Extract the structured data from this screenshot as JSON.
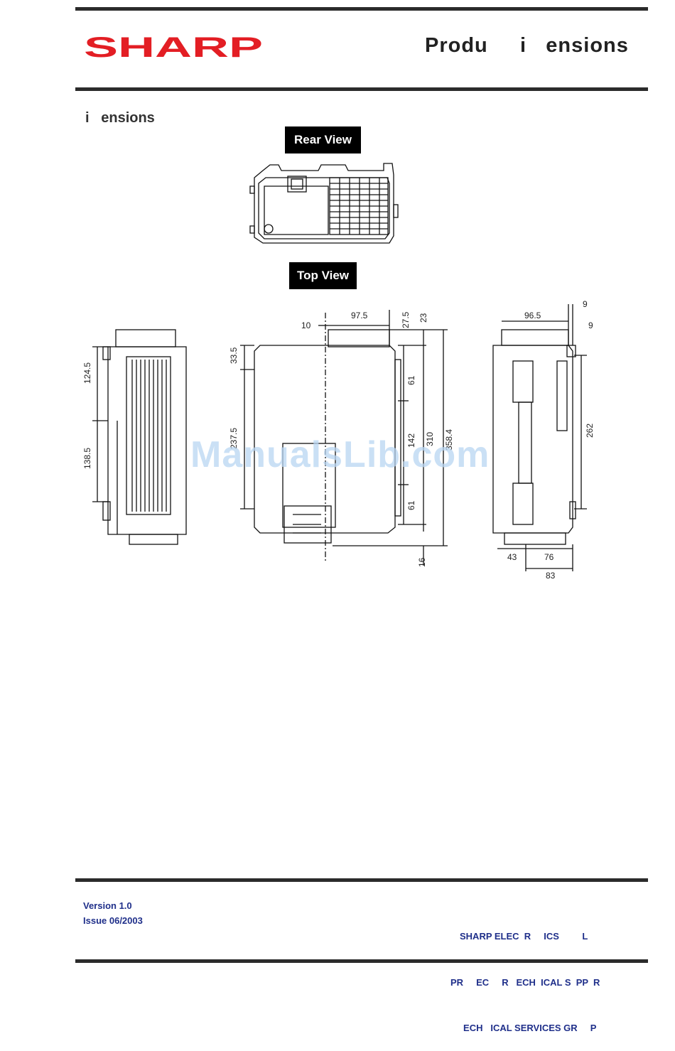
{
  "header": {
    "brand": "SHARP",
    "title": "Produ     i   ensions",
    "brand_color": "#e31e24"
  },
  "section_title": "i   ensions",
  "views": {
    "rear_label": "Rear View",
    "top_label": "Top View"
  },
  "dimensions": {
    "left": [
      "124.5",
      "138.5"
    ],
    "center_top": [
      "10",
      "97.5",
      "27.5",
      "23"
    ],
    "center_left": [
      "33.5",
      "237.5"
    ],
    "center_right": [
      "61",
      "142",
      "61",
      "310",
      "358.4"
    ],
    "center_bottom": "16",
    "right_top": [
      "96.5",
      "9",
      "9"
    ],
    "right_side": "262",
    "right_bottom": [
      "43",
      "76",
      "83"
    ]
  },
  "watermark": "ManualsLib.com",
  "footer": {
    "version": "Version 1.0",
    "issue": "Issue 06/2003",
    "right_line1": "SHARP ELEC  R     ICS         L",
    "right_line2": "PR     EC     R   ECH  ICAL S  PP  R",
    "right_line3": "     ECH   ICAL SERVICES GR     P"
  }
}
